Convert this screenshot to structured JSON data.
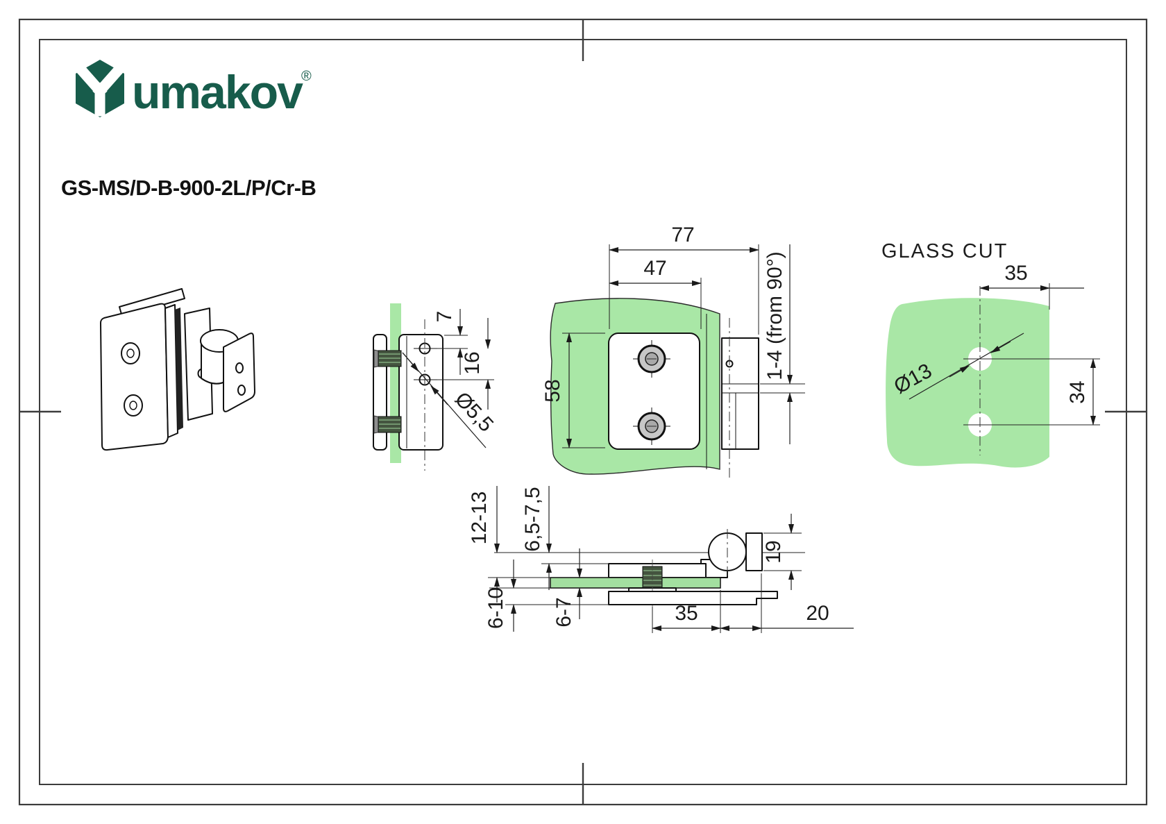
{
  "header": {
    "brand": "umakov",
    "registered": "®",
    "product_code": "GS-MS/D-B-900-2L/P/Cr-B"
  },
  "colors": {
    "brand_green": "#175C4B",
    "glass_green": "#A9E7A6",
    "line_black": "#111111"
  },
  "views": {
    "side_view": {
      "dim_hole_edge": "7",
      "dim_hole_spacing": "16",
      "dim_hole_diameter": "Ø5,5"
    },
    "front_view": {
      "dim_total_width": "77",
      "dim_plate_width": "47",
      "dim_height": "58",
      "dim_adjustment": "1-4 (from 90°)"
    },
    "glass_cut": {
      "title": "GLASS CUT",
      "dim_hole_to_edge": "35",
      "dim_hole_diameter": "Ø13",
      "dim_hole_spacing": "34"
    },
    "bottom_view": {
      "dim_clamp_total": "12-13",
      "dim_plate_offset": "6,5-7,5",
      "dim_clamp_depth": "6-10",
      "dim_glass_thickness": "6-7",
      "dim_knuckle_diameter": "19",
      "dim_screw_to_edge": "35",
      "dim_edge_to_pivot": "20"
    }
  }
}
